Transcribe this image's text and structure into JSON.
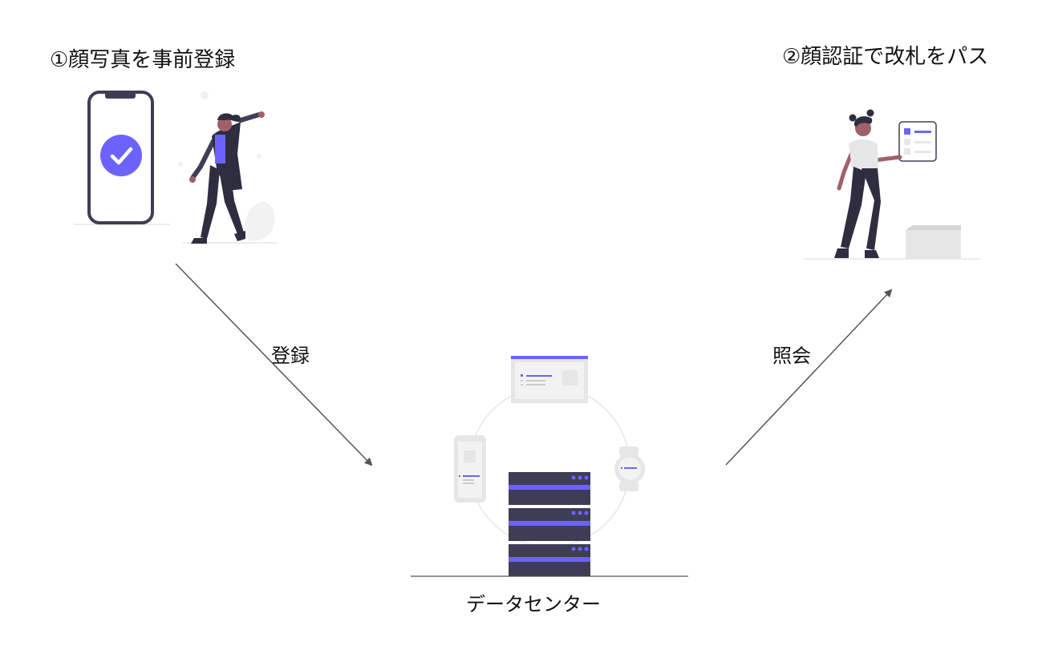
{
  "step1": {
    "title": "①顔写真を事前登録"
  },
  "step2": {
    "title": "②顔認証で改札をパス"
  },
  "arrows": {
    "register_label": "登録",
    "query_label": "照会"
  },
  "datacenter": {
    "label": "データセンター"
  },
  "colors": {
    "accent": "#6c63ff",
    "dark": "#3f3d56",
    "skin": "#a0616a",
    "light_gray": "#e6e6e6",
    "arrow": "#555555"
  },
  "icons": {
    "phone": "smartphone-check-icon",
    "server": "server-rack-icon",
    "watch": "smartwatch-icon",
    "browser": "browser-window-icon",
    "mobile": "mobile-device-icon",
    "checklist": "checklist-board-icon"
  }
}
